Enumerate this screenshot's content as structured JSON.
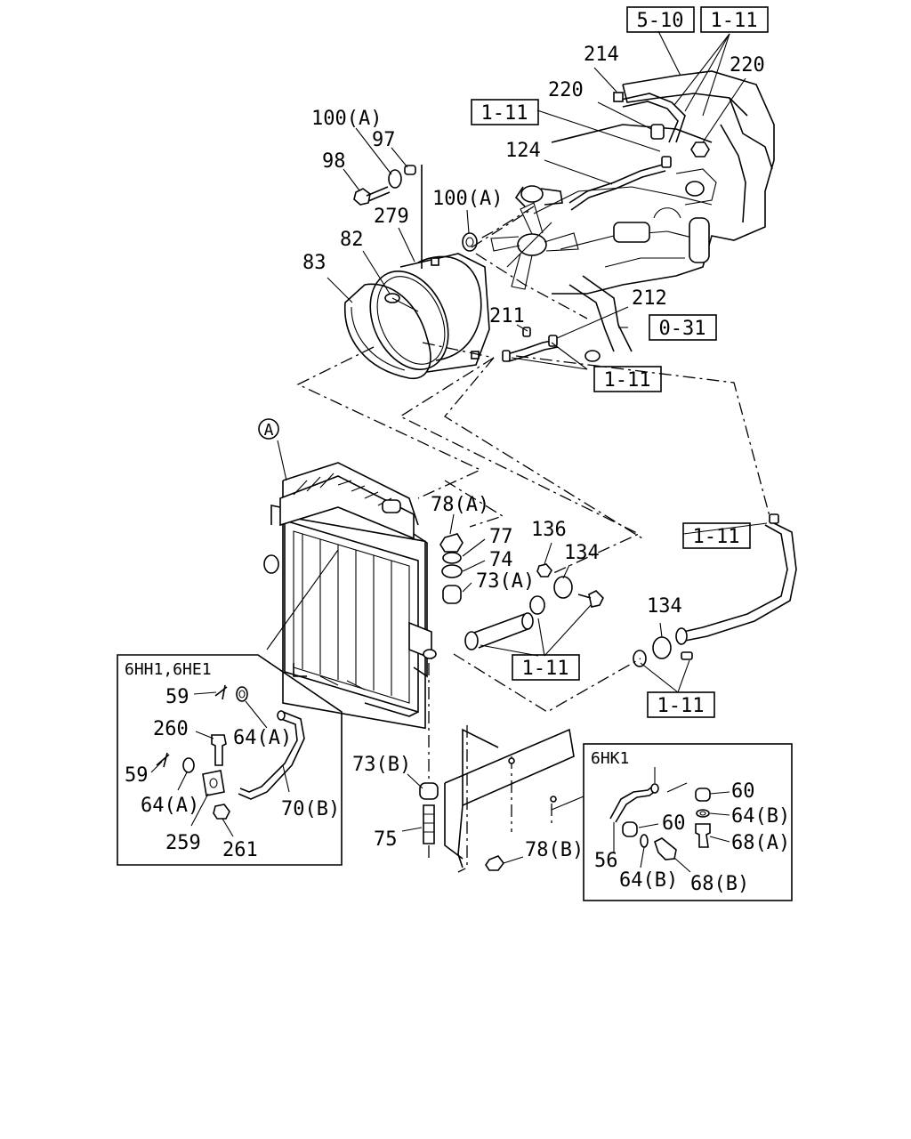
{
  "diagram": {
    "ref_boxes": {
      "ref_5_10": "5-10",
      "ref_1_11_top": "1-11",
      "ref_1_11_left": "1-11",
      "ref_0_31": "0-31",
      "ref_1_11_mid": "1-11",
      "ref_1_11_right": "1-11",
      "ref_1_11_lower": "1-11",
      "ref_1_11_bottom": "1-11"
    },
    "callouts": {
      "c214": "214",
      "c220_left": "220",
      "c220_right": "220",
      "c124": "124",
      "c100a_top": "100(A)",
      "c97": "97",
      "c98": "98",
      "c100a_mid": "100(A)",
      "c279": "279",
      "c82": "82",
      "c83": "83",
      "c212": "212",
      "c211": "211",
      "cA": "A",
      "c78a": "78(A)",
      "c77": "77",
      "c74": "74",
      "c73a": "73(A)",
      "c136": "136",
      "c134_left": "134",
      "c134_right": "134",
      "c73b": "73(B)",
      "c75": "75",
      "c78b": "78(B)"
    },
    "panel_left": {
      "title": "6HH1,6HE1",
      "c59_top": "59",
      "c260": "260",
      "c64a_top": "64(A)",
      "c59_bottom": "59",
      "c64a_bottom": "64(A)",
      "c70b": "70(B)",
      "c259": "259",
      "c261": "261"
    },
    "panel_right": {
      "title": "6HK1",
      "c60_top": "60",
      "c64b_top": "64(B)",
      "c60_mid": "60",
      "c68a": "68(A)",
      "c56": "56",
      "c64b_bottom": "64(B)",
      "c68b": "68(B)"
    }
  }
}
